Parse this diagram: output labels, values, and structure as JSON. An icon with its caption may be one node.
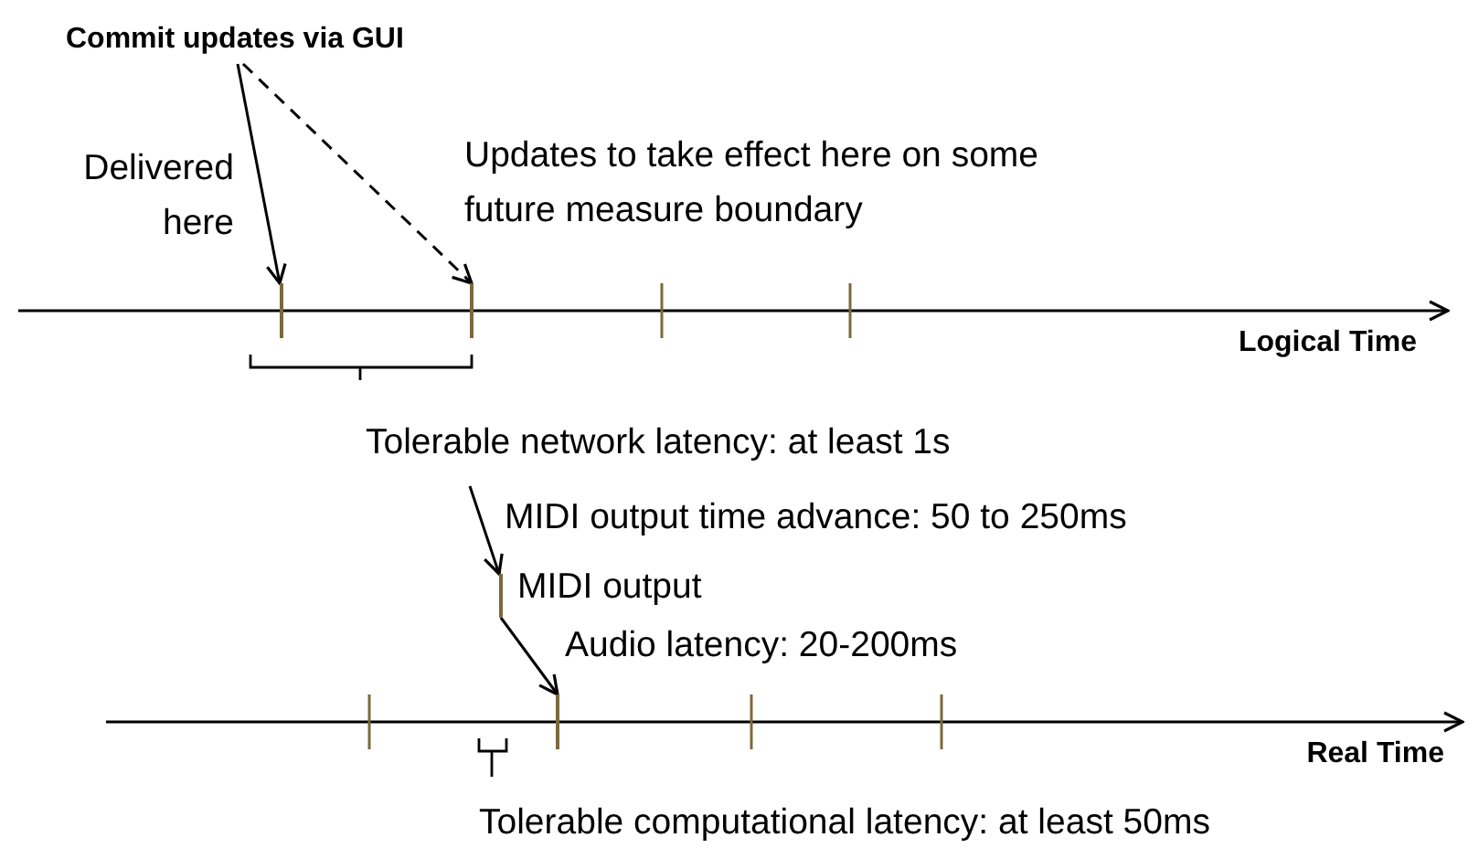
{
  "diagram": {
    "nodes": [
      {
        "text": [
          "Commit updates via GUI"
        ]
      },
      {
        "text": [],
        "shape": "bar",
        "beside": [
          "MIDI output"
        ]
      },
      {
        "text": [],
        "shape": "bar"
      },
      {
        "text": [],
        "shape": "bar"
      },
      {
        "text": [],
        "shape": "bar"
      }
    ],
    "edges": [
      {
        "from": 0,
        "to": 2,
        "arrow": "to"
      },
      {
        "from": 0,
        "to": 3,
        "arrow": "to",
        "style": "dashed"
      },
      {
        "from": null,
        "to": 1,
        "arrow": "to"
      },
      {
        "from": 1,
        "to": 4,
        "arrow": "to"
      }
    ],
    "labels": [
      "Delivered here",
      "Updates to take effect here on some future measure boundary",
      "Logical Time",
      "Tolerable network latency: at least 1s",
      "MIDI output time advance: 50 to 250ms",
      "Audio latency: 20-200ms",
      "Real Time",
      "Tolerable computational latency: at least 50ms"
    ]
  }
}
